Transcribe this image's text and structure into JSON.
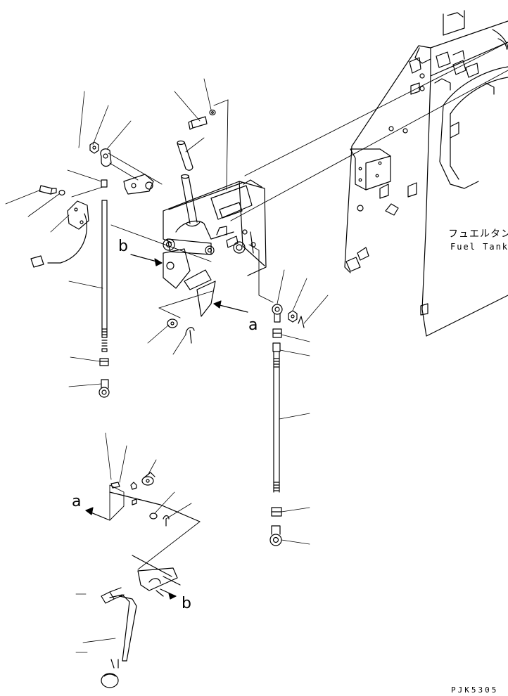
{
  "labels": {
    "fuel_tank_jp": "フュエルタンク",
    "fuel_tank_en": "Fuel Tank",
    "callout_a": "a",
    "callout_b": "b",
    "drawing_code": "PJK5305"
  }
}
